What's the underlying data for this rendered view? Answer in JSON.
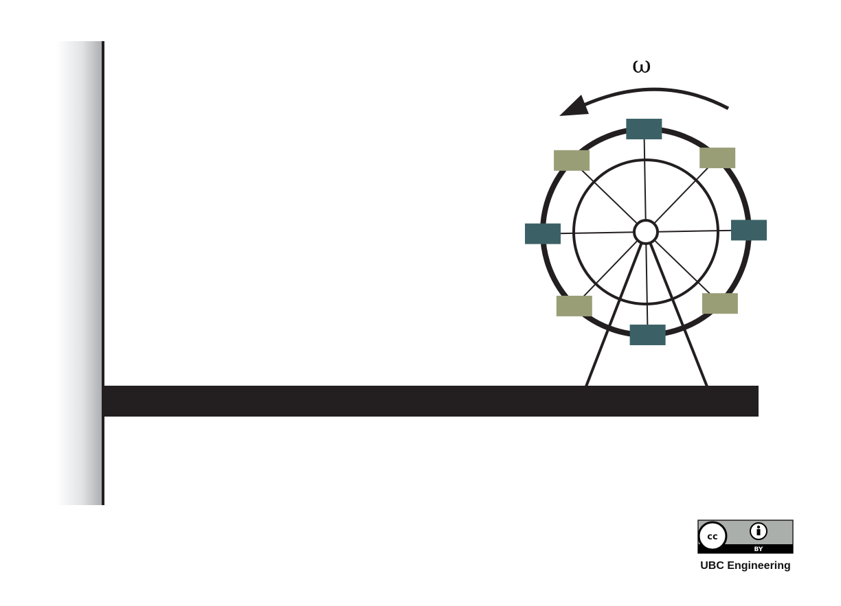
{
  "diagram": {
    "rotation_symbol": "ω",
    "colors": {
      "structure": "#231f20",
      "cabin_dark": "#3b6166",
      "cabin_light": "#9a9e77",
      "wall_shade": "#c8c9cc"
    },
    "cabin_count": 8
  },
  "license": {
    "by_label": "BY",
    "cc_label": "cc",
    "credit": "UBC Engineering",
    "badge_color": "#abafab"
  }
}
